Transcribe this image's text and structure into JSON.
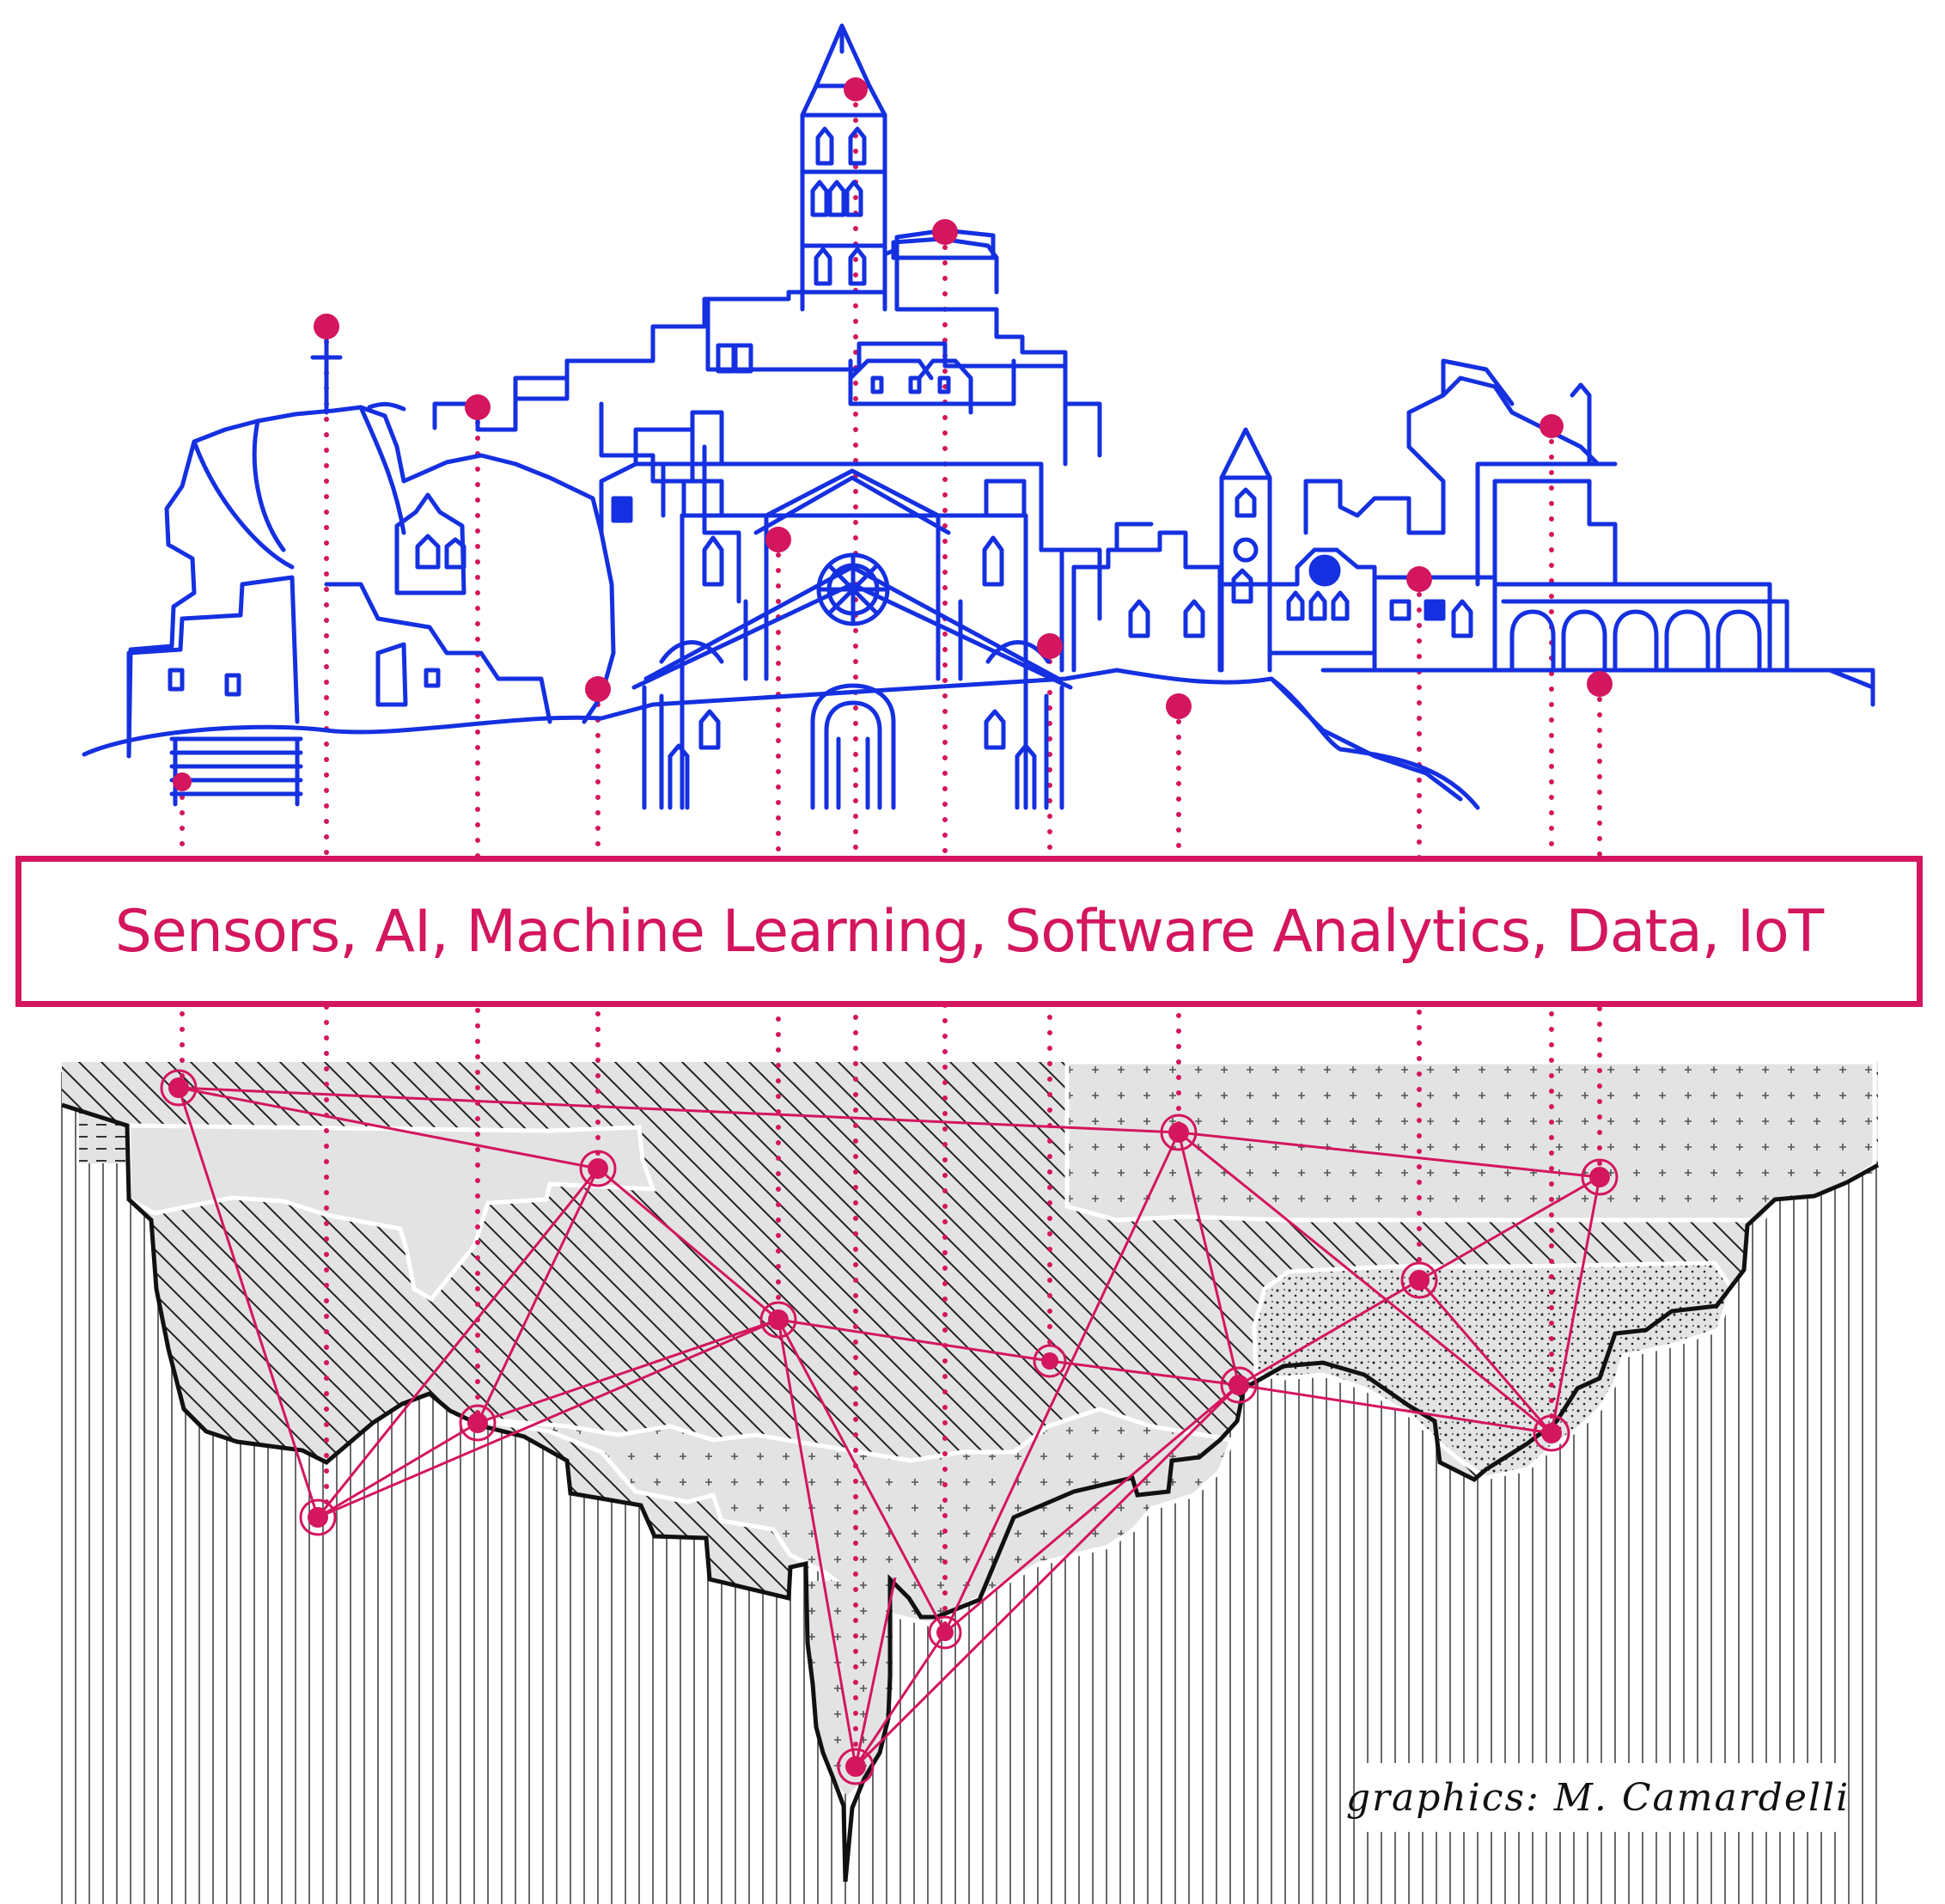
{
  "banner": {
    "text": "Sensors, AI, Machine Learning, Software Analytics, Data, IoT"
  },
  "credit": {
    "text": "graphics: M. Camardelli"
  },
  "colors": {
    "skyline_stroke": "#1530e0",
    "accent": "#d3165e",
    "section_fill": "#e3e3e3",
    "section_outline": "#111111",
    "rock_lines": "#333333",
    "background": "#ffffff"
  },
  "icons": [
    "skyline-drawing",
    "sensor-dot",
    "network-node",
    "geological-section"
  ]
}
